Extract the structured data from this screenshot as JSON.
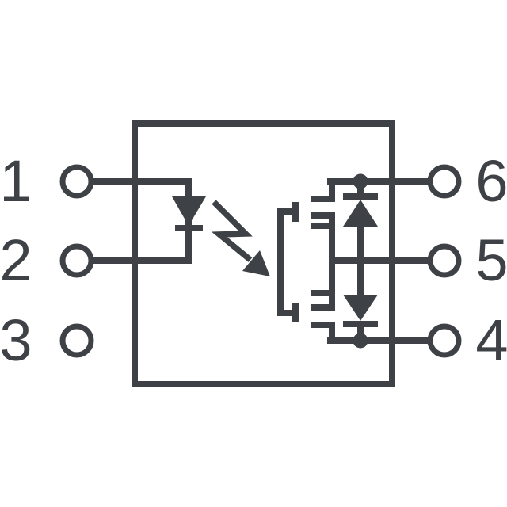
{
  "diagram": {
    "kind": "optocoupler-photorelay-internal-circuit-schematic",
    "package_pin_count": 6
  },
  "colors": {
    "line": "#3E4246",
    "background": "#FFFFFF"
  },
  "pins": [
    {
      "label": "1",
      "side": "left",
      "row": "top",
      "connected": true
    },
    {
      "label": "2",
      "side": "left",
      "row": "middle",
      "connected": true
    },
    {
      "label": "3",
      "side": "left",
      "row": "bottom",
      "connected": false
    },
    {
      "label": "4",
      "side": "right",
      "row": "bottom",
      "connected": true
    },
    {
      "label": "5",
      "side": "right",
      "row": "middle",
      "connected": true
    },
    {
      "label": "6",
      "side": "right",
      "row": "top",
      "connected": true
    }
  ],
  "symbols": [
    "ic-package-outline",
    "led-diode-symbol",
    "light-emission-arrow",
    "gate-drive-bracket",
    "mosfet-channel-upper",
    "mosfet-channel-lower",
    "body-diode-upper",
    "body-diode-lower",
    "junction-dot"
  ]
}
